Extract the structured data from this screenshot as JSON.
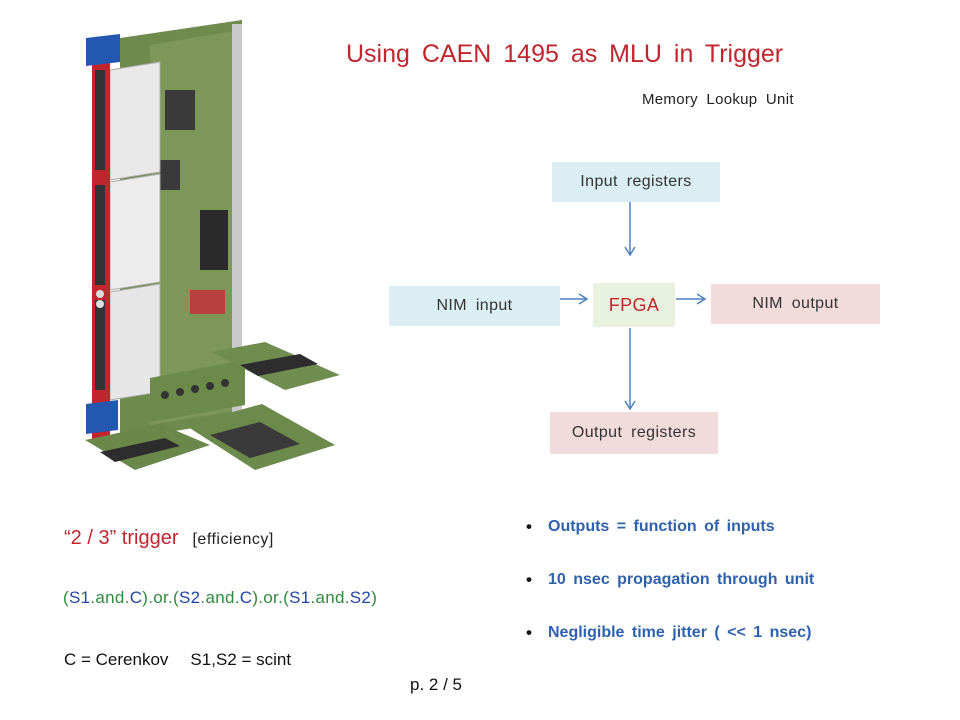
{
  "title": "Using  CAEN 1495  as  MLU  in  Trigger",
  "subtitle": "Memory  Lookup  Unit",
  "diagram": {
    "input_registers": "Input  registers",
    "nim_input": "NIM  input",
    "fpga": "FPGA",
    "nim_output": "NIM  output",
    "output_registers": "Output  registers"
  },
  "trigger": {
    "heading": "“2 /  3”   trigger",
    "efficiency": "[efficiency]",
    "logic_parts": [
      "(",
      "S1",
      ".and.",
      "C",
      ").or.(",
      "S2",
      ".and.",
      "C",
      ").or.(",
      "S1",
      ".and.",
      "S2",
      ")"
    ],
    "legend_c": "C = Cerenkov",
    "legend_s": "S1,S2 = scint"
  },
  "bullets": [
    "Outputs =  function  of   inputs",
    "10 nsec  propagation  through  unit",
    "Negligible   time  jitter   ( << 1 nsec)"
  ],
  "page": "p.  2 / 5",
  "colors": {
    "title": "#c0262d",
    "bullet_text": "#2f62ad",
    "box_blue": "#daeef3",
    "box_pink": "#f2dcdb",
    "logic_green": "#2e8b3d",
    "logic_blue": "#2346a6",
    "arrow": "#4f81bd"
  }
}
